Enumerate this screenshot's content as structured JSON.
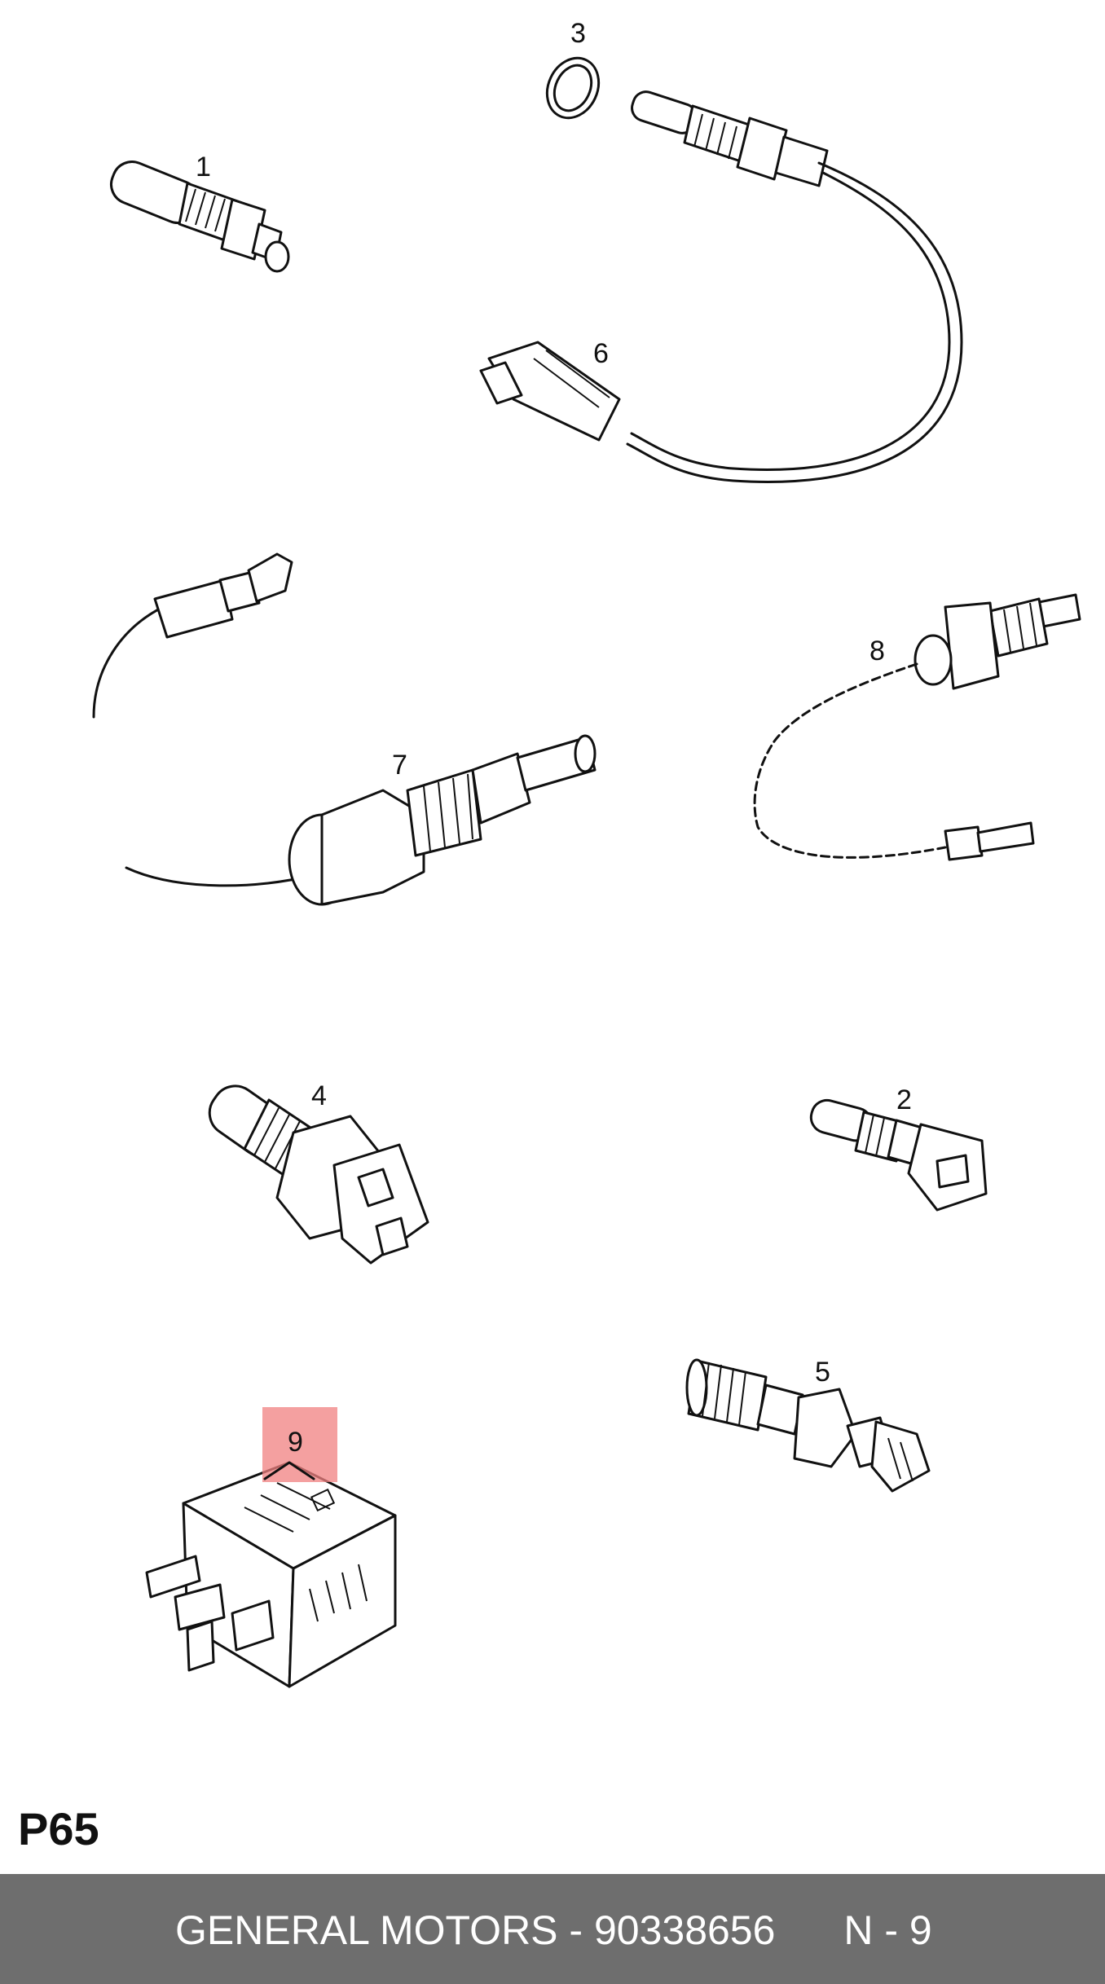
{
  "callouts": [
    {
      "id": "callout-1",
      "label": "1"
    },
    {
      "id": "callout-2",
      "label": "2"
    },
    {
      "id": "callout-3",
      "label": "3"
    },
    {
      "id": "callout-4",
      "label": "4"
    },
    {
      "id": "callout-5",
      "label": "5"
    },
    {
      "id": "callout-6",
      "label": "6"
    },
    {
      "id": "callout-7",
      "label": "7"
    },
    {
      "id": "callout-8",
      "label": "8"
    },
    {
      "id": "callout-9",
      "label": "9"
    }
  ],
  "highlight": {
    "item": "9",
    "color": "#f08080"
  },
  "page_code": "P65",
  "footer": {
    "text": "GENERAL MOTORS - 90338656",
    "ref": "N - 9",
    "background": "#6e6e6e",
    "color": "#ffffff"
  }
}
